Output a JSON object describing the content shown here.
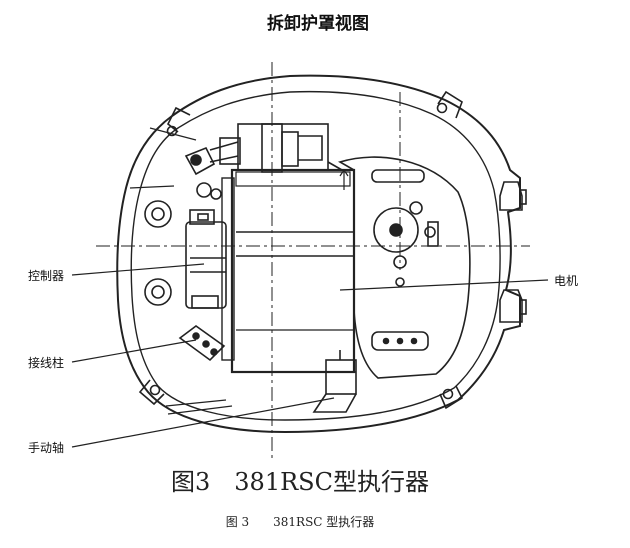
{
  "diagram": {
    "title": "拆卸护罩视图",
    "labels": {
      "controller": "控制器",
      "terminal": "接线柱",
      "handshaft": "手动轴",
      "motor": "电机"
    },
    "caption_large": "图3　381RSC型执行器",
    "caption_small": "图 3　　381RSC 型执行器"
  }
}
